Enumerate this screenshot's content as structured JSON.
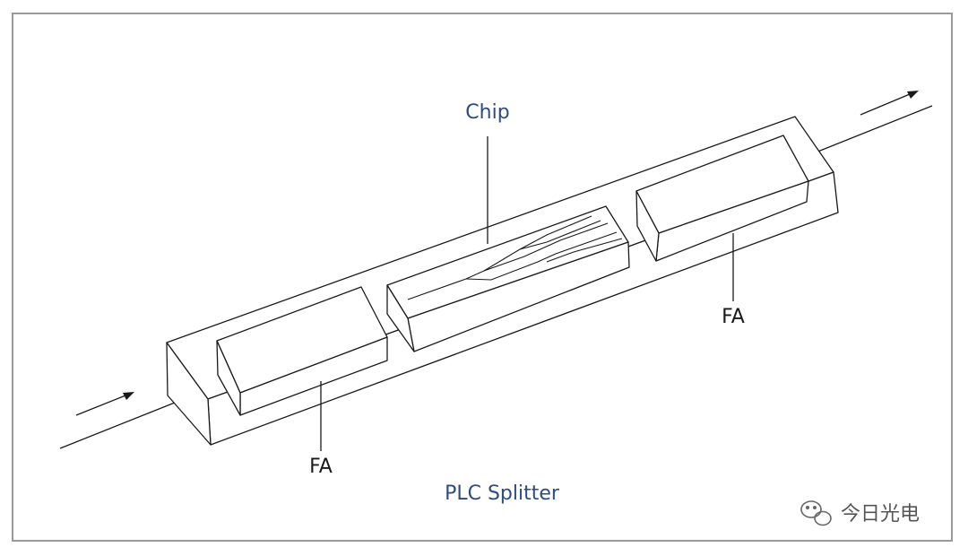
{
  "diagram": {
    "labels": {
      "chip": "Chip",
      "fa_left": "FA",
      "fa_right": "FA",
      "caption": "PLC Splitter"
    },
    "watermark": {
      "icon": "wechat-icon",
      "text": "今日光电"
    },
    "colors": {
      "label_blue": "#2d4b86",
      "frame_border": "#9a9a9a",
      "line": "#1a1a1a"
    }
  }
}
